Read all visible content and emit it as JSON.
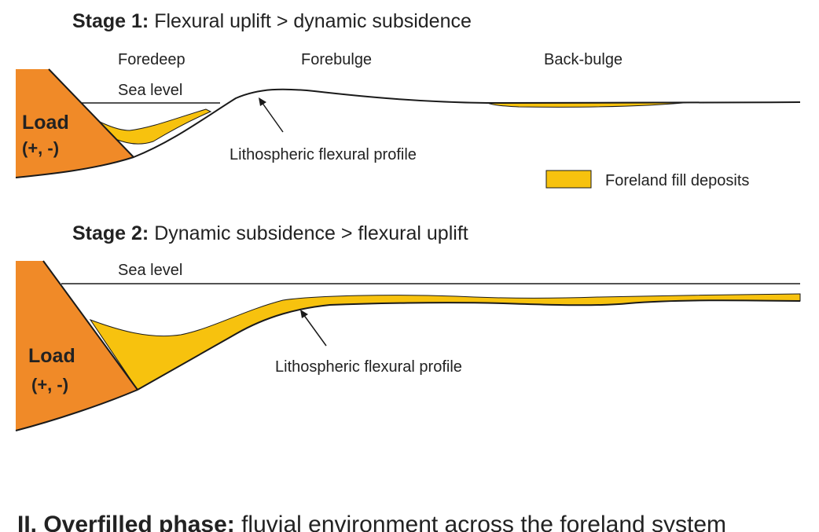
{
  "stage1": {
    "title_bold": "Stage 1:",
    "title_rest": " Flexural uplift > dynamic subsidence",
    "zones": [
      "Foredeep",
      "Forebulge",
      "Back-bulge"
    ],
    "sea_level": "Sea level",
    "load_line1": "Load",
    "load_line2": "(+, -)",
    "profile_label": "Lithospheric flexural profile"
  },
  "legend": {
    "label": "Foreland fill deposits",
    "color": "#F7C20E"
  },
  "stage2": {
    "title_bold": "Stage 2:",
    "title_rest": " Dynamic subsidence > flexural uplift",
    "sea_level": "Sea level",
    "load_line1": "Load",
    "load_line2": "(+, -)",
    "profile_label": "Lithospheric flexural profile"
  },
  "footer": {
    "title_bold": "II. Overfilled phase:",
    "title_rest": " fluvial environment across the foreland system"
  },
  "colors": {
    "load": "#F08A28",
    "fill": "#F7C20E",
    "line": "#1a1a1a"
  }
}
